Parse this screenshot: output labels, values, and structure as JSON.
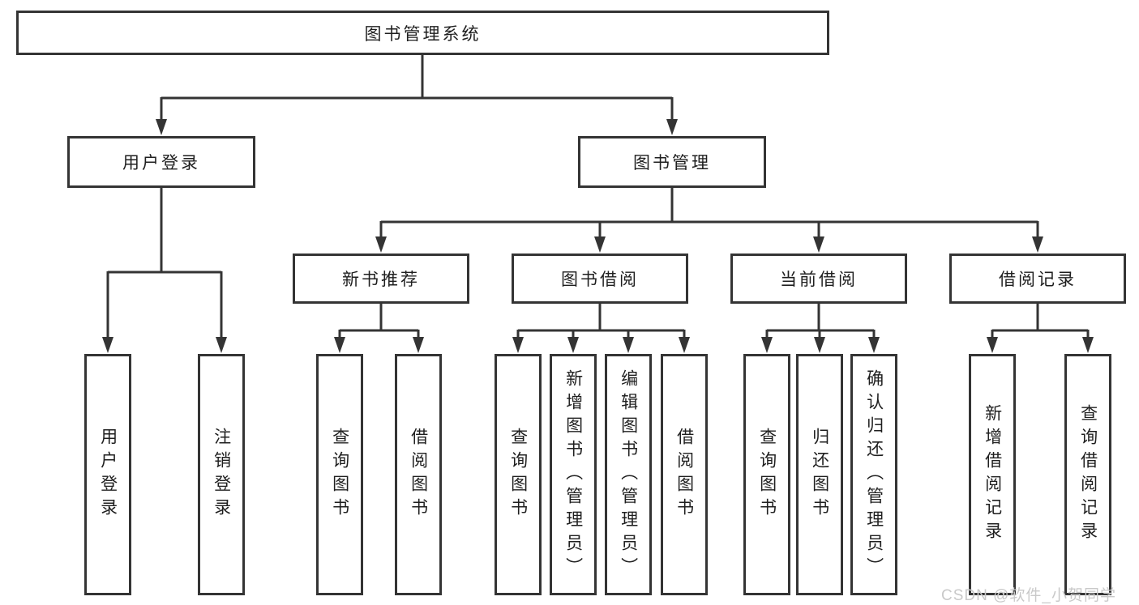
{
  "colors": {
    "line": "#343434",
    "box_border": "#343434",
    "text": "#1f1f1f",
    "background": "#ffffff",
    "watermark": "#c9c9c9"
  },
  "diagram": {
    "root": {
      "label": "图书管理系统"
    },
    "level2": [
      {
        "label": "用户登录"
      },
      {
        "label": "图书管理"
      }
    ],
    "level3": [
      {
        "label": "新书推荐"
      },
      {
        "label": "图书借阅"
      },
      {
        "label": "当前借阅"
      },
      {
        "label": "借阅记录"
      }
    ],
    "leaves": {
      "user_login": [
        "用户登录",
        "注销登录"
      ],
      "new_book_recommend": [
        "查询图书",
        "借阅图书"
      ],
      "book_borrow": [
        "查询图书",
        "新增图书（管理员）",
        "编辑图书（管理员）",
        "借阅图书"
      ],
      "current_borrow": [
        "查询图书",
        "归还图书",
        "确认归还（管理员）"
      ],
      "borrow_record": [
        "新增借阅记录",
        "查询借阅记录"
      ]
    },
    "watermark": "CSDN @软件_小贺同学"
  }
}
